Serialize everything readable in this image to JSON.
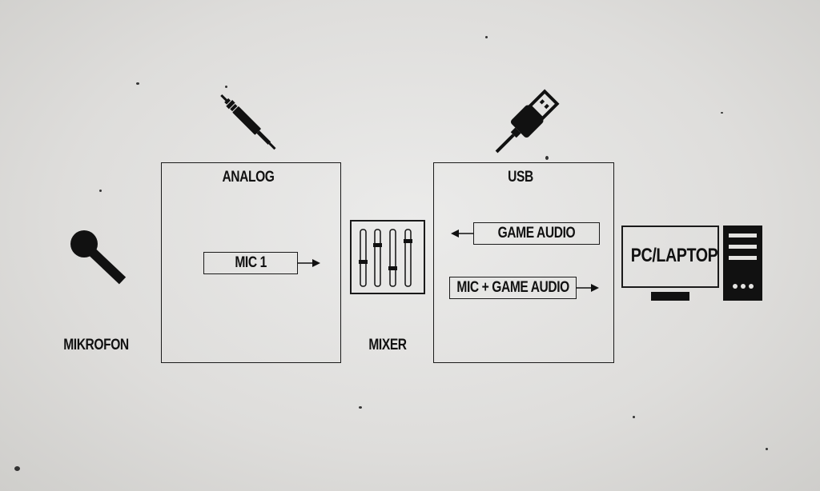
{
  "labels": {
    "microphone": "MIKROFON",
    "analog": "ANALOG",
    "mixer": "MIXER",
    "usb": "USB",
    "pc": "PC/LAPTOP"
  },
  "signals": {
    "mic1": "MIC 1",
    "game_audio": "GAME AUDIO",
    "mic_game_audio": "MIC + GAME AUDIO"
  },
  "colors": {
    "ink": "#111111",
    "paper": "#e4e3e1"
  },
  "icons": [
    "microphone-icon",
    "audio-jack-icon",
    "mixer-faders-icon",
    "usb-plug-icon",
    "monitor-icon",
    "pc-tower-icon"
  ]
}
